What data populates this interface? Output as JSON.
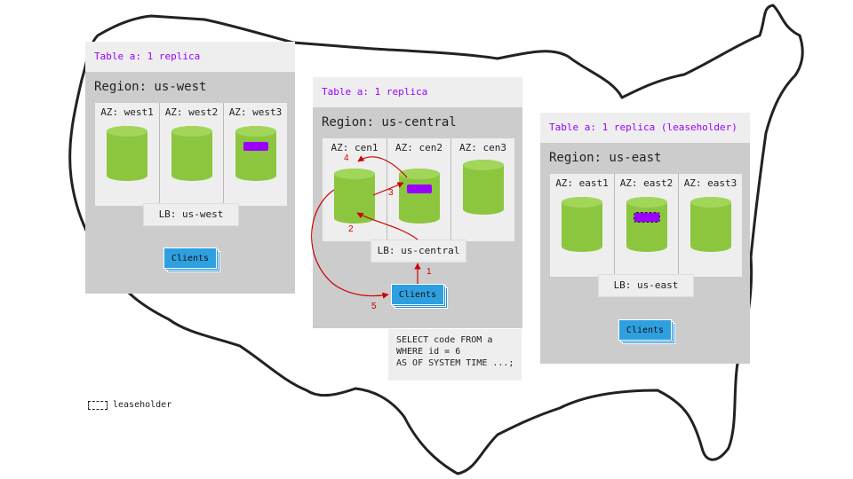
{
  "regions": [
    {
      "table_label": "Table a: 1 replica",
      "region_label": "Region: us-west",
      "azs": [
        {
          "label": "AZ: west1",
          "replica": false,
          "leaseholder": false
        },
        {
          "label": "AZ: west2",
          "replica": false,
          "leaseholder": false
        },
        {
          "label": "AZ: west3",
          "replica": true,
          "leaseholder": false
        }
      ],
      "lb_label": "LB: us-west",
      "clients_label": "Clients"
    },
    {
      "table_label": "Table a: 1 replica",
      "region_label": "Region: us-central",
      "azs": [
        {
          "label": "AZ: cen1",
          "replica": false,
          "leaseholder": false
        },
        {
          "label": "AZ: cen2",
          "replica": true,
          "leaseholder": false
        },
        {
          "label": "AZ: cen3",
          "replica": false,
          "leaseholder": false
        }
      ],
      "lb_label": "LB: us-central",
      "clients_label": "Clients"
    },
    {
      "table_label": "Table a: 1 replica (leaseholder)",
      "region_label": "Region: us-east",
      "azs": [
        {
          "label": "AZ: east1",
          "replica": false,
          "leaseholder": false
        },
        {
          "label": "AZ: east2",
          "replica": true,
          "leaseholder": true
        },
        {
          "label": "AZ: east3",
          "replica": false,
          "leaseholder": false
        }
      ],
      "lb_label": "LB: us-east",
      "clients_label": "Clients"
    }
  ],
  "flow_steps": [
    "1",
    "2",
    "3",
    "4",
    "5"
  ],
  "query_lines": [
    "SELECT code FROM a",
    "WHERE id = 6",
    "AS OF SYSTEM TIME ...;"
  ],
  "legend_label": "leaseholder",
  "colors": {
    "panel": "#cccccc",
    "replica": "#9900ff",
    "node": "#8cc63f",
    "clients": "#2ea0e0",
    "flow": "#cc0000"
  }
}
